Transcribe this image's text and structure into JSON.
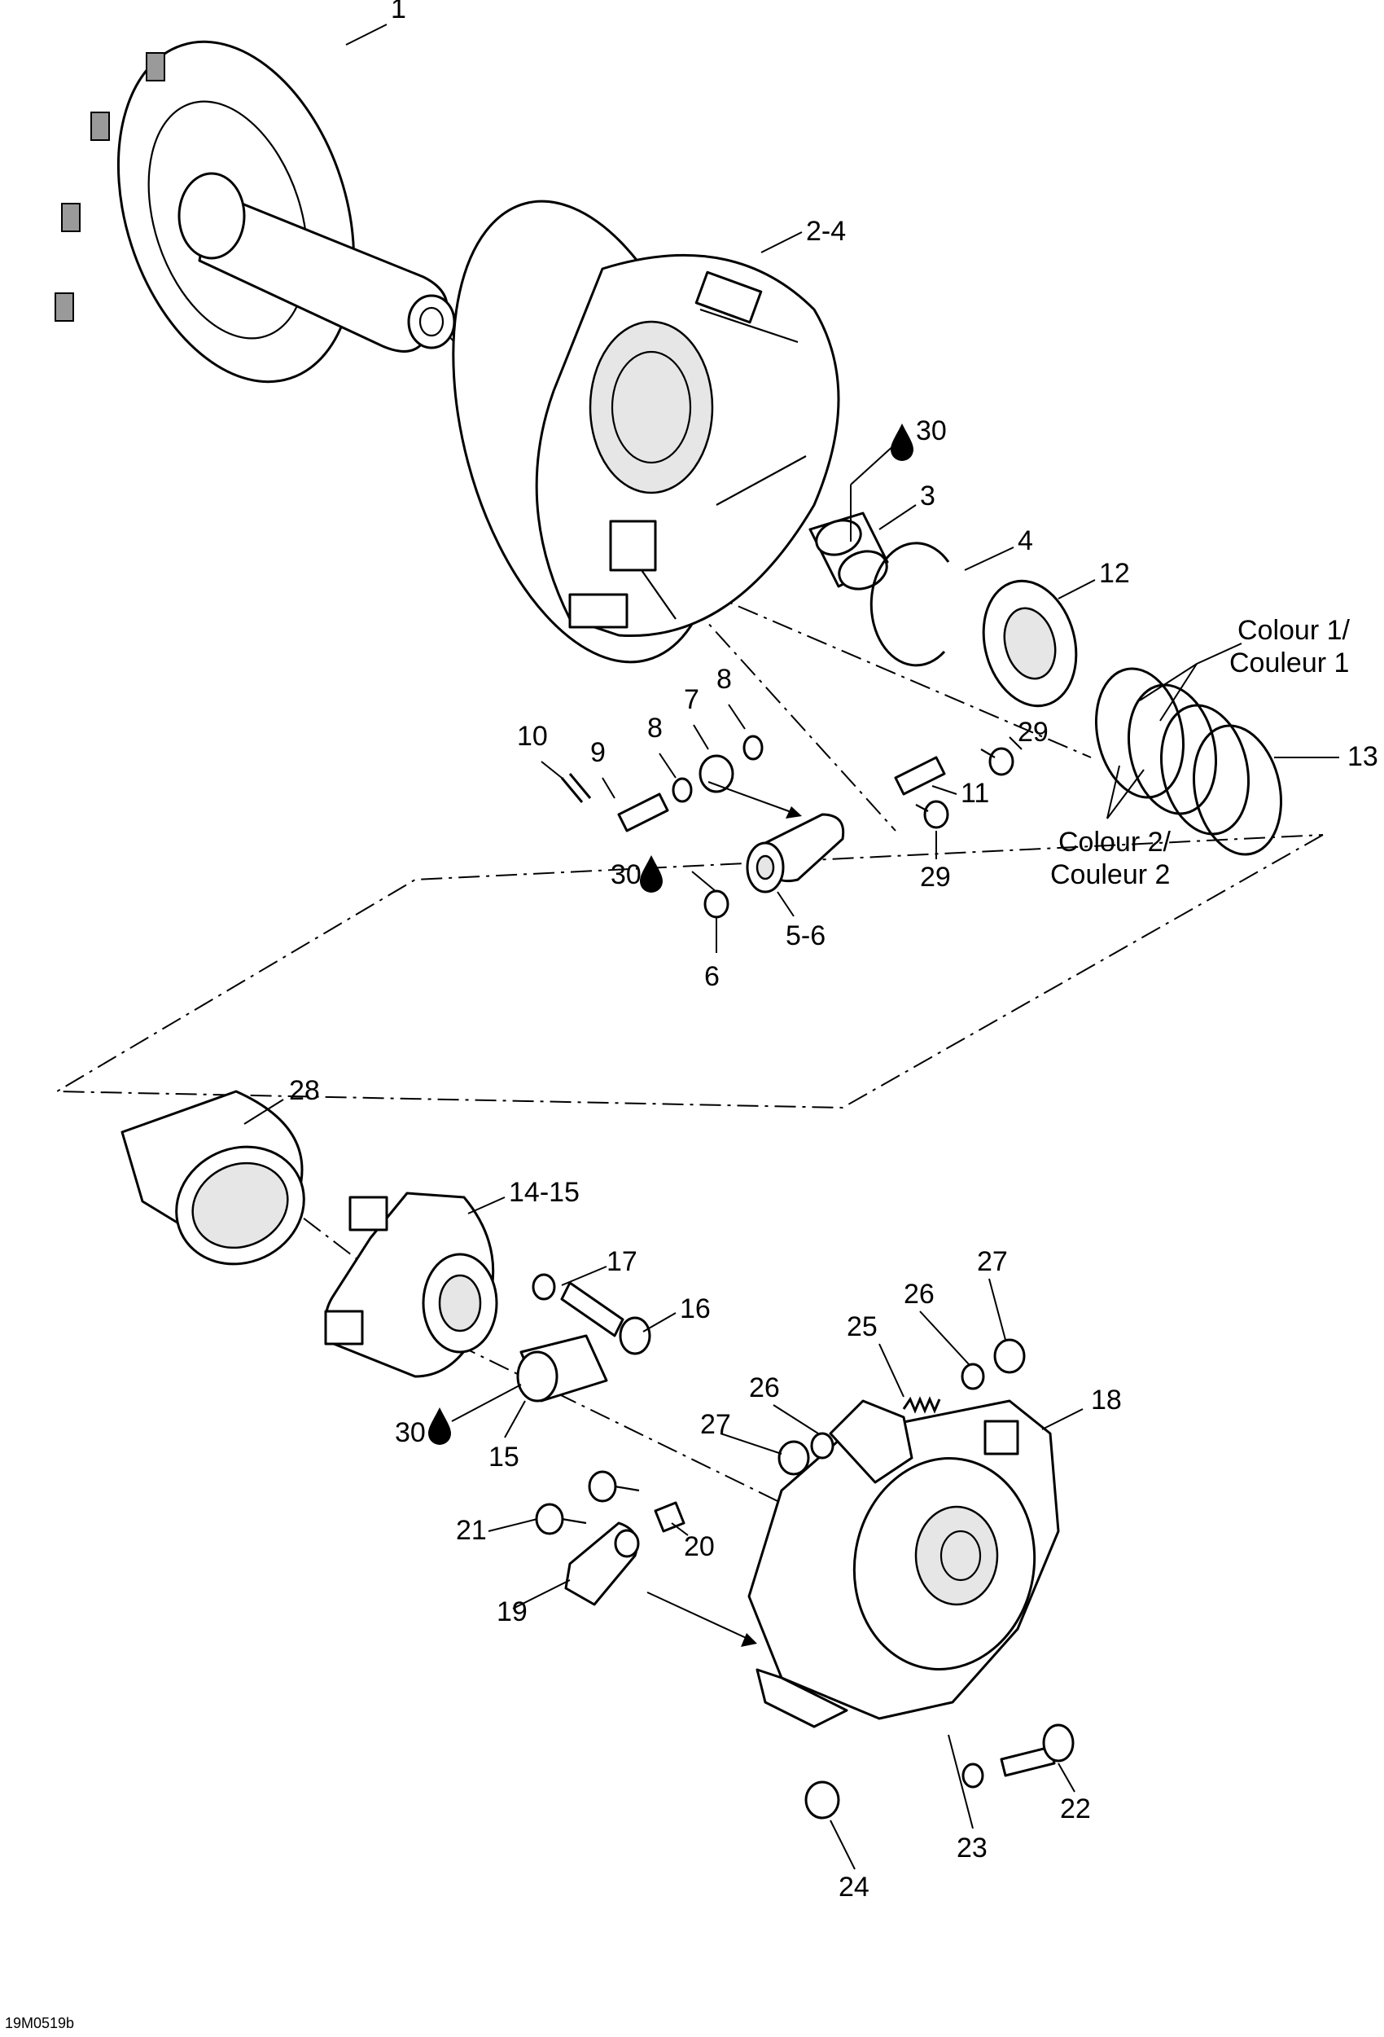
{
  "reference_code": "19M0519b",
  "glyphs": {
    "grease_drop": "drop-icon"
  },
  "callouts": [
    {
      "key": "c1",
      "text": "1"
    },
    {
      "key": "c2",
      "text": "2-4"
    },
    {
      "key": "c3",
      "text": "3"
    },
    {
      "key": "c4",
      "text": "4"
    },
    {
      "key": "c12",
      "text": "12"
    },
    {
      "key": "c30a",
      "text": "30"
    },
    {
      "key": "colour1a",
      "text": "Colour 1/"
    },
    {
      "key": "colour1b",
      "text": "Couleur 1"
    },
    {
      "key": "c13",
      "text": "13"
    },
    {
      "key": "colour2a",
      "text": "Colour 2/"
    },
    {
      "key": "colour2b",
      "text": "Couleur 2"
    },
    {
      "key": "c10",
      "text": "10"
    },
    {
      "key": "c9",
      "text": "9"
    },
    {
      "key": "c8a",
      "text": "8"
    },
    {
      "key": "c7",
      "text": "7"
    },
    {
      "key": "c8b",
      "text": "8"
    },
    {
      "key": "c29a",
      "text": "29"
    },
    {
      "key": "c11",
      "text": "11"
    },
    {
      "key": "c29b",
      "text": "29"
    },
    {
      "key": "c30b",
      "text": "30"
    },
    {
      "key": "c56",
      "text": "5-6"
    },
    {
      "key": "c6",
      "text": "6"
    },
    {
      "key": "c28",
      "text": "28"
    },
    {
      "key": "c1415",
      "text": "14-15"
    },
    {
      "key": "c17",
      "text": "17"
    },
    {
      "key": "c16",
      "text": "16"
    },
    {
      "key": "c30c",
      "text": "30"
    },
    {
      "key": "c15",
      "text": "15"
    },
    {
      "key": "c27a",
      "text": "27"
    },
    {
      "key": "c26a",
      "text": "26"
    },
    {
      "key": "c25",
      "text": "25"
    },
    {
      "key": "c26b",
      "text": "26"
    },
    {
      "key": "c27b",
      "text": "27"
    },
    {
      "key": "c18",
      "text": "18"
    },
    {
      "key": "c21",
      "text": "21"
    },
    {
      "key": "c20",
      "text": "20"
    },
    {
      "key": "c19",
      "text": "19"
    },
    {
      "key": "c22",
      "text": "22"
    },
    {
      "key": "c23",
      "text": "23"
    },
    {
      "key": "c24",
      "text": "24"
    }
  ]
}
